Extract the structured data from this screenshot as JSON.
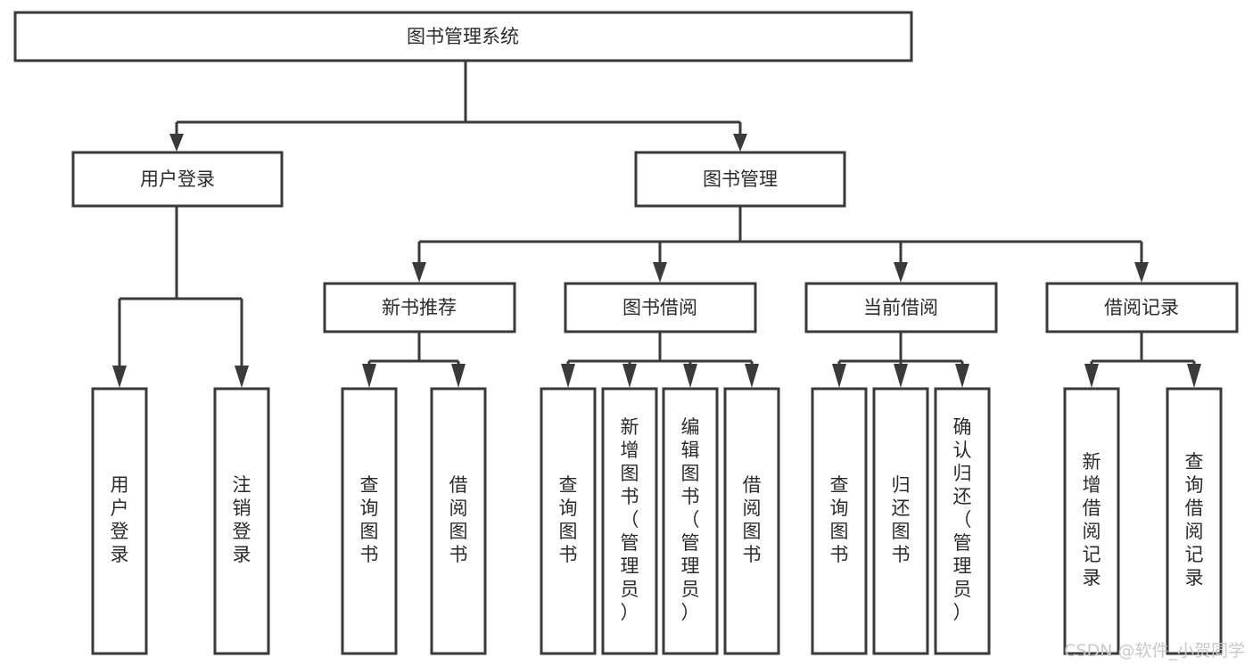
{
  "diagram": {
    "title": "图书管理系统",
    "type": "tree-hierarchy",
    "colors": {
      "box_stroke": "#3a3a3a",
      "box_fill": "#ffffff",
      "text": "#2b2b2b",
      "connector": "#3a3a3a",
      "watermark": "#c9c9c9",
      "background": "#ffffff"
    },
    "root": {
      "label": "图书管理系统"
    },
    "level2": [
      {
        "label": "用户登录"
      },
      {
        "label": "图书管理"
      }
    ],
    "level3": [
      {
        "label": "新书推荐"
      },
      {
        "label": "图书借阅"
      },
      {
        "label": "当前借阅"
      },
      {
        "label": "借阅记录"
      }
    ],
    "leaves": {
      "user_login": [
        {
          "label": "用户登录"
        },
        {
          "label": "注销登录"
        }
      ],
      "new_book_recommend": [
        {
          "label": "查询图书"
        },
        {
          "label": "借阅图书"
        }
      ],
      "book_borrow": [
        {
          "label": "查询图书"
        },
        {
          "label": "新增图书（管理员）"
        },
        {
          "label": "编辑图书（管理员）"
        },
        {
          "label": "借阅图书"
        }
      ],
      "current_borrow": [
        {
          "label": "查询图书"
        },
        {
          "label": "归还图书"
        },
        {
          "label": "确认归还（管理员）"
        }
      ],
      "borrow_record": [
        {
          "label": "新增借阅记录"
        },
        {
          "label": "查询借阅记录"
        }
      ]
    },
    "watermark": {
      "text": "CSDN @软件_小贺同学"
    }
  }
}
